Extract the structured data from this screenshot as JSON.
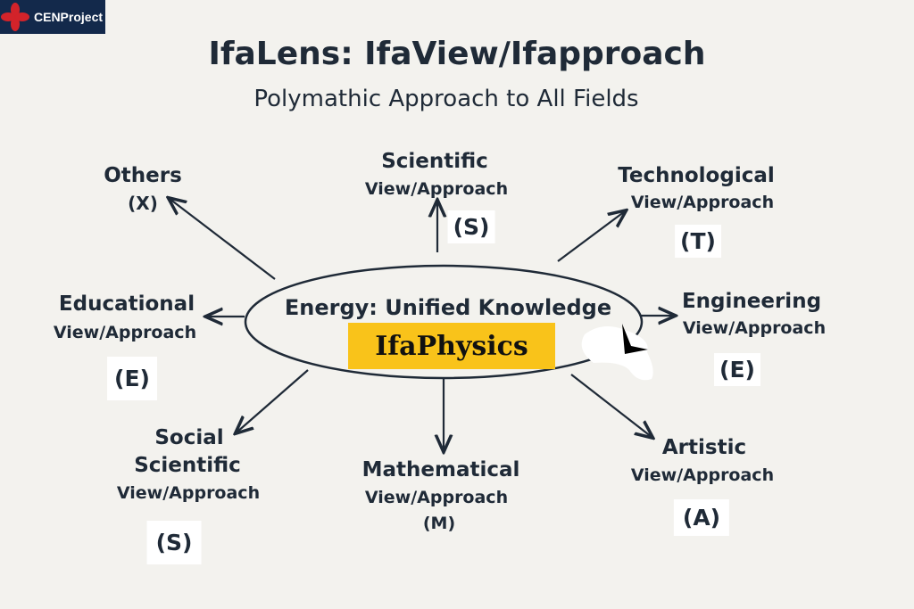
{
  "logo": {
    "text": "CENProject"
  },
  "title": "IfaLens: IfaView/Ifapproach",
  "subtitle": "Polymathic Approach to All Fields",
  "center": {
    "label": "Energy: Unified Knowledge",
    "highlight": "IfaPhysics"
  },
  "branches": {
    "others": {
      "name": "Others",
      "code": "(X)"
    },
    "scientific": {
      "name": "Scientific",
      "sub": "View/Approach",
      "code": "(S)"
    },
    "technological": {
      "name": "Technological",
      "sub": "View/Approach",
      "code": "(T)"
    },
    "educational": {
      "name": "Educational",
      "sub": "View/Approach",
      "code": "(E)"
    },
    "engineering": {
      "name": "Engineering",
      "sub": "View/Approach",
      "code": "(E)"
    },
    "social": {
      "name": "Social",
      "name2": "Scientific",
      "sub": "View/Approach",
      "code": "(S)"
    },
    "mathematical": {
      "name": "Mathematical",
      "sub": "View/Approach",
      "code": "(M)"
    },
    "artistic": {
      "name": "Artistic",
      "sub": "View/Approach",
      "code": "(A)"
    }
  },
  "colors": {
    "background": "#f3f2ee",
    "text": "#1f2a37",
    "highlight": "#f9c31a",
    "logo_bg": "#13294b"
  }
}
